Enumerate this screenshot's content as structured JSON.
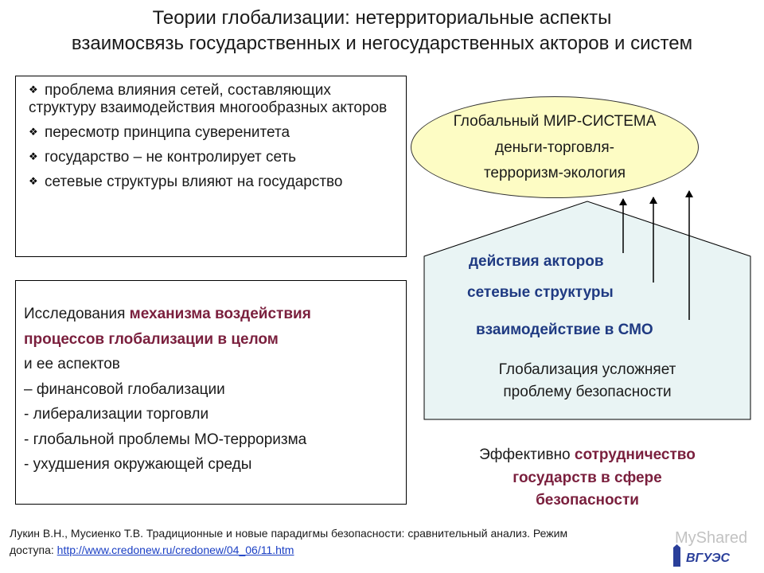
{
  "title": {
    "line1": "Теории глобализации: нетерриториальные аспекты",
    "line2": "взаимосвязь государственных и негосударственных акторов и систем"
  },
  "box1": {
    "bullets": [
      "проблема влияния сетей, составляющих структуру взаимодействия многообразных акторов",
      "пересмотр принципа суверенитета",
      "государство – не контролирует сеть",
      "сетевые структуры влияют на государство"
    ]
  },
  "box2": {
    "line1_plain": "Исследования ",
    "line1_bold": "механизма воздействия",
    "line2_bold": "процессов глобализации в целом",
    "lines": [
      "и ее аспектов",
      "– финансовой глобализации",
      "- либерализации торговли",
      "- глобальной проблемы МО-терроризма",
      "- ухудшения окружающей среды"
    ]
  },
  "ellipse": {
    "line1": "Глобальный МИР-СИСТЕМА",
    "line2": "деньги-торговля-",
    "line3": "терроризм-экология"
  },
  "actors": {
    "item1": "действия акторов",
    "item2": "сетевые структуры",
    "item3": "взаимодействие в СМО"
  },
  "globalization": {
    "line1": "Глобализация  усложняет",
    "line2": "проблему безопасности"
  },
  "effective": {
    "plain": "Эффективно ",
    "bold1": "сотрудничество",
    "bold2": "государств в сфере",
    "bold3": "безопасности"
  },
  "footer": {
    "line1": "Лукин В.Н., Мусиенко Т.В. Традиционные и новые парадигмы безопасности: сравнительный анализ. Режим",
    "line2_label": "доступа: ",
    "link": "http://www.credonew.ru/credonew/04_06/11.htm"
  },
  "watermark": {
    "logo_text": "MyShared",
    "emblem_text": "ВГУЭС"
  },
  "colors": {
    "accent_dark_red": "#7a1f3d",
    "accent_blue": "#1f3a82",
    "ellipse_fill": "#fdfcc4",
    "house_fill": "#e9f4f4"
  }
}
